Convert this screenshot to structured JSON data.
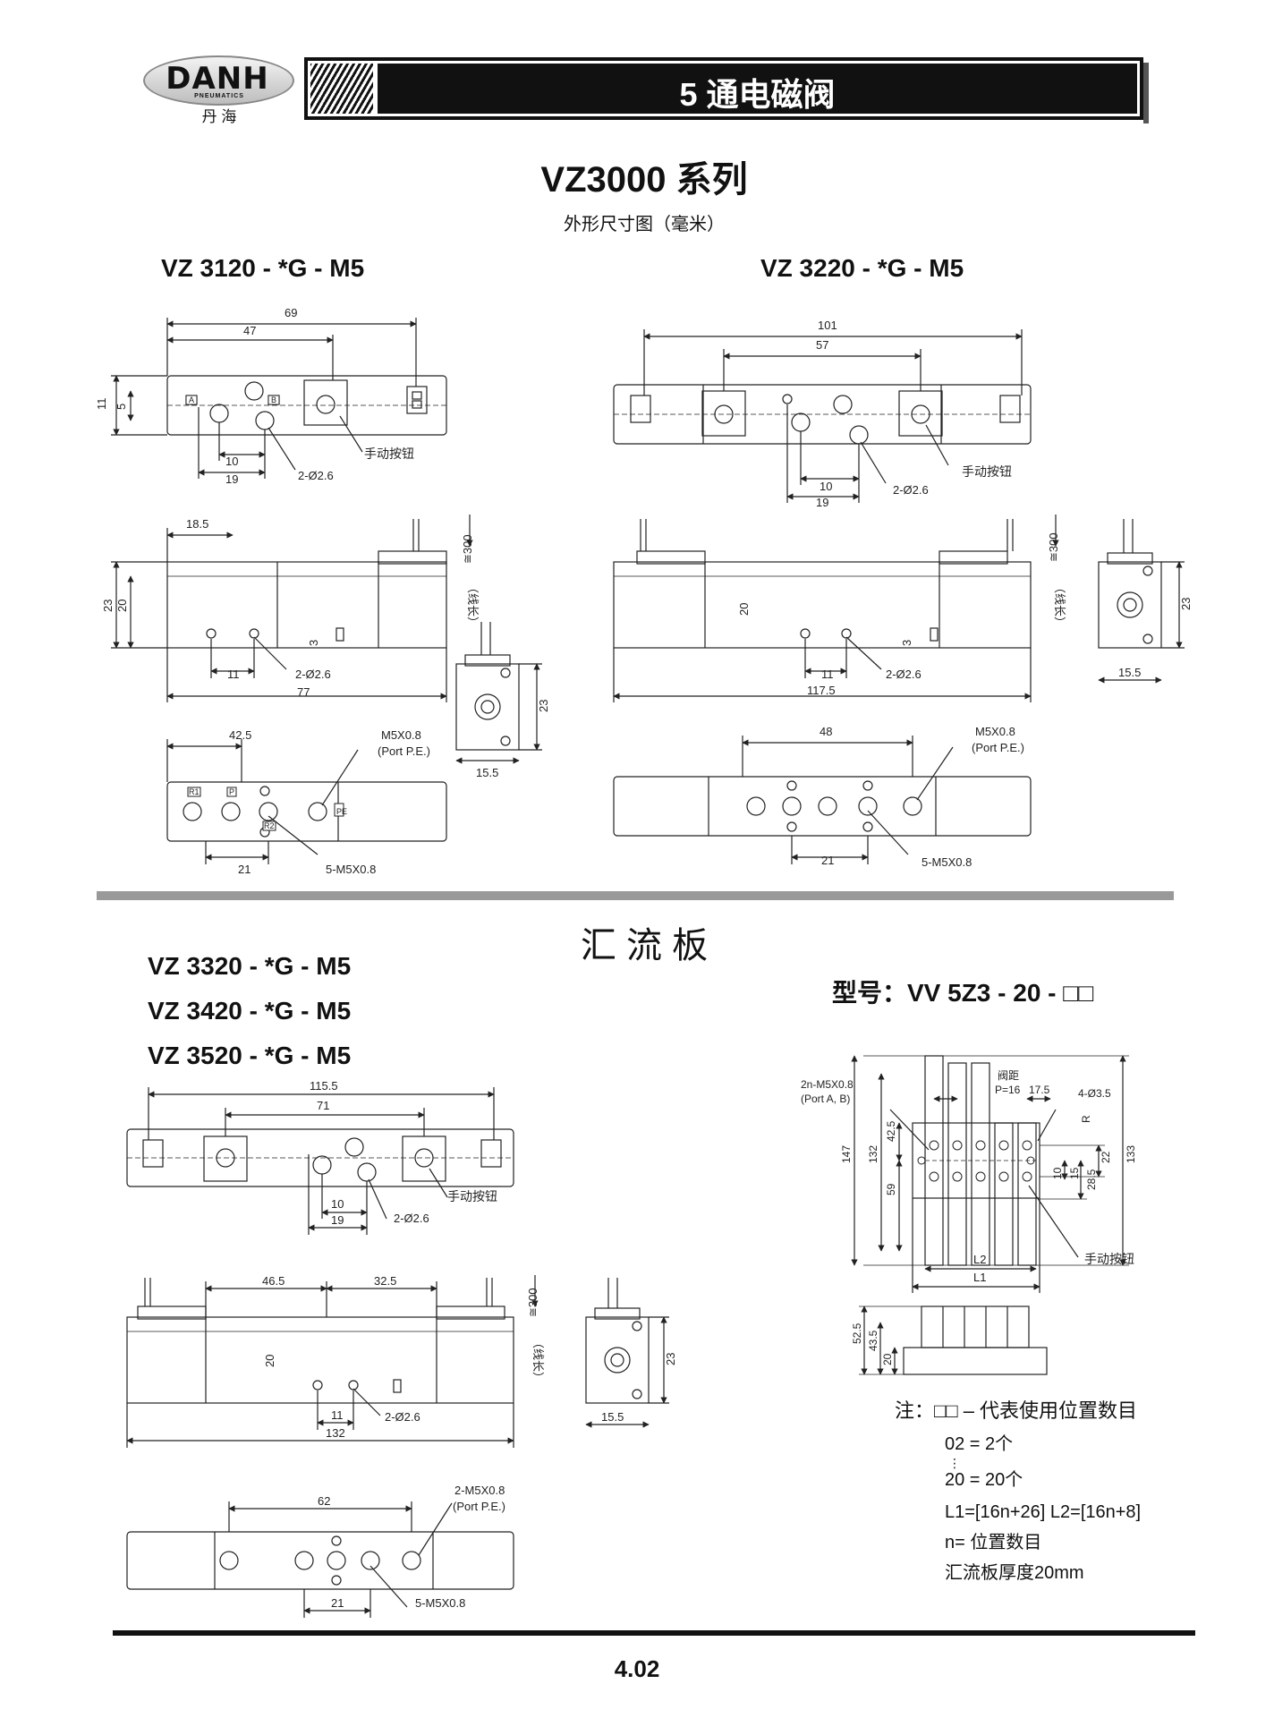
{
  "header": {
    "logo_text": "DANH",
    "logo_sub": "PNEUMATICS",
    "logo_cn": "丹 海",
    "section_title": "5 通电磁阀"
  },
  "title": {
    "main": "VZ3000 系列",
    "sub": "外形尺寸图（毫米）"
  },
  "manual_button": "手动按钮",
  "port_pe": "(Port P.E.)",
  "m5": "M5X0.8",
  "m5x5": "5-M5X0.8",
  "m5x2": "2-M5X0.8",
  "hole": "2-Ø2.6",
  "wire_len": "≅300",
  "wire_note": "（线长）",
  "ports": {
    "A": "A",
    "B": "B",
    "R1": "R1",
    "R2": "R2",
    "P": "P",
    "PE": "PE"
  },
  "m3120": {
    "label": "VZ 3120 - *G - M5",
    "d69": "69",
    "d47": "47",
    "d11": "11",
    "d5": "5",
    "d10": "10",
    "d19": "19",
    "d185": "18.5",
    "d23": "23",
    "d20": "20",
    "d3": "3",
    "d11b": "11",
    "d77": "77",
    "d23s": "23",
    "d155": "15.5",
    "d425": "42.5",
    "d21": "21"
  },
  "m3220": {
    "label": "VZ 3220 - *G - M5",
    "d101": "101",
    "d57": "57",
    "d10": "10",
    "d19": "19",
    "d20": "20",
    "d3": "3",
    "d11": "11",
    "d1175": "117.5",
    "d23": "23",
    "d155": "15.5",
    "d48": "48",
    "d21": "21"
  },
  "manifold": {
    "title": "汇 流 板",
    "labels": [
      "VZ 3320 - *G - M5",
      "VZ 3420 - *G - M5",
      "VZ 3520 - *G - M5"
    ],
    "model_label": "型号：VV 5Z3 - 20 - □□",
    "d1155": "115.5",
    "d71": "71",
    "d10": "10",
    "d19": "19",
    "d465": "46.5",
    "d325": "32.5",
    "d20": "20",
    "d11": "11",
    "d132": "132",
    "d23": "23",
    "d155": "15.5",
    "d62": "62",
    "d21": "21",
    "board_ports": "2n-M5X0.8",
    "board_ports_sub": "(Port A, B)",
    "pitch": "阀距",
    "pitch_val": "P=16",
    "d175": "17.5",
    "holes": "4-Ø3.5",
    "R": "R",
    "d147": "147",
    "d132v": "132",
    "d425": "42.5",
    "d59": "59",
    "d22": "22",
    "d133": "133",
    "d10v": "10",
    "d15": "15",
    "d285": "28.5",
    "L2": "L2",
    "L1": "L1",
    "d525": "52.5",
    "d435": "43.5",
    "d20v": "20"
  },
  "notes": {
    "n0": "注：□□ – 代表使用位置数目",
    "n1": "02 = 2个",
    "n2": "⋮",
    "n3": "20 = 20个",
    "n4": "L1=[16n+26]   L2=[16n+8]",
    "n5": "n= 位置数目",
    "n6": "汇流板厚度20mm"
  },
  "page_number": "4.02"
}
